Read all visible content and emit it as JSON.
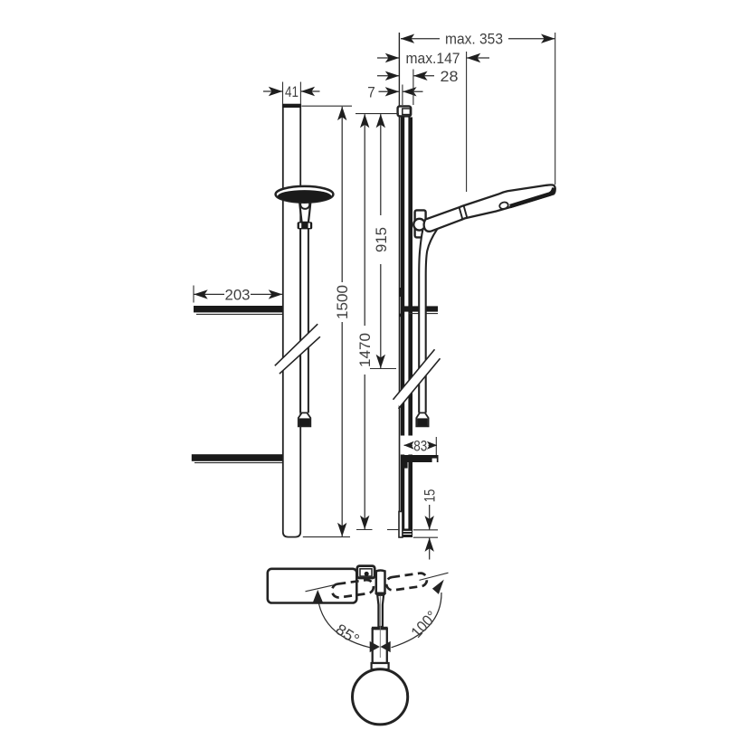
{
  "figure": {
    "type": "technical-dimension-diagram",
    "subject": "shower rail set with hand shower, wall bar, hose and soap shelves - front view, side view and top view",
    "background_color": "#ffffff",
    "line_color": "#2e2e2e",
    "text_color": "#444444",
    "labels": {
      "bar_width": "41",
      "wall_gap": "7",
      "wall_to_bar": "28",
      "max_reach_small": "max.147",
      "max_reach_total": "max. 353",
      "shelf_width": "203",
      "total_height": "1500",
      "fixing_height": "1470",
      "upper_section": "915",
      "shelf_depth": "83",
      "bottom_offset": "15",
      "swivel_angle_left": "85°",
      "swivel_angle_right": "100°"
    }
  }
}
